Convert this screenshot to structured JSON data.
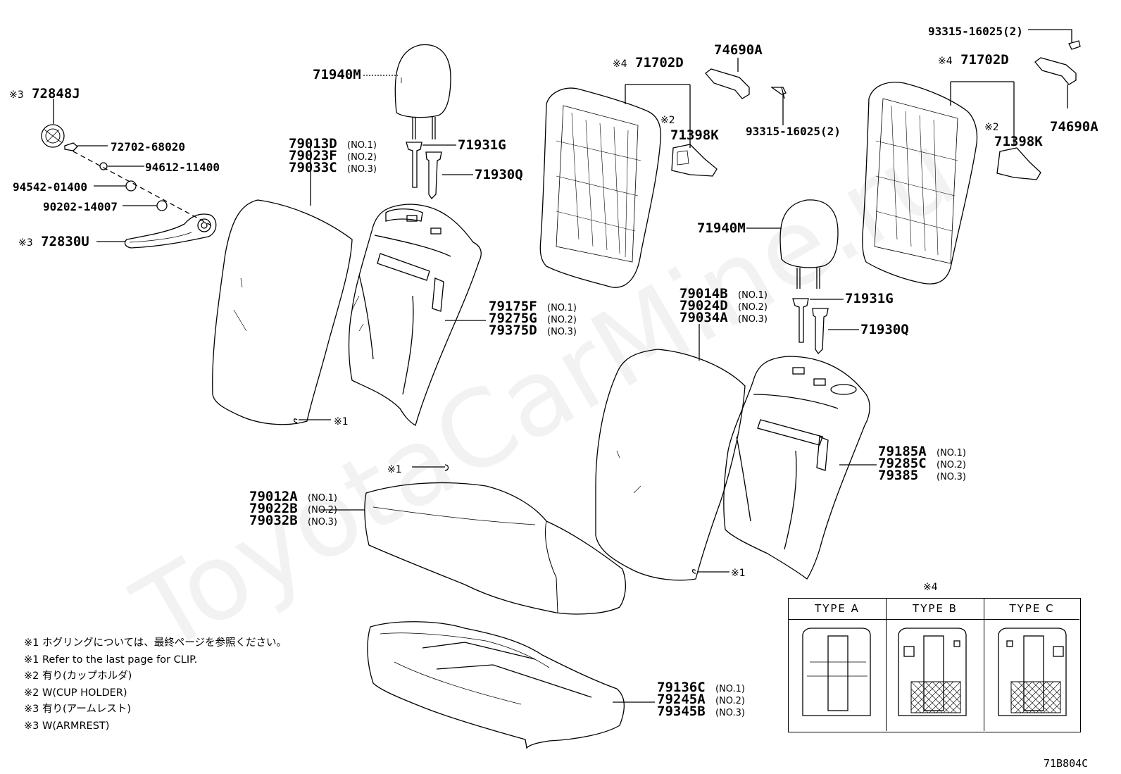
{
  "watermark": "ToyotaCarMine.ru",
  "figure_id": "71B804C",
  "parts": {
    "p72848J": "72848J",
    "p72702": "72702-68020",
    "p94612": "94612-11400",
    "p94542": "94542-01400",
    "p90202": "90202-14007",
    "p72830U": "72830U",
    "p71940M_a": "71940M",
    "p71931G_a": "71931G",
    "p71930Q_a": "71930Q",
    "p71702D_a": "71702D",
    "p74690A_a": "74690A",
    "p71398K_a": "71398K",
    "p93315_a": "93315-16025(2)",
    "p93315_b": "93315-16025(2)",
    "p71702D_b": "71702D",
    "p74690A_b": "74690A",
    "p71398K_b": "71398K",
    "p71940M_b": "71940M",
    "p71931G_b": "71931G",
    "p71930Q_b": "71930Q"
  },
  "marks": {
    "m3": "※3",
    "m4": "※4",
    "m2": "※2",
    "m1": "※1"
  },
  "groups": {
    "g1": [
      {
        "pn": "79013D",
        "no": "(NO.1)"
      },
      {
        "pn": "79023F",
        "no": "(NO.2)"
      },
      {
        "pn": "79033C",
        "no": "(NO.3)"
      }
    ],
    "g2": [
      {
        "pn": "79175F",
        "no": "(NO.1)"
      },
      {
        "pn": "79275G",
        "no": "(NO.2)"
      },
      {
        "pn": "79375D",
        "no": "(NO.3)"
      }
    ],
    "g3": [
      {
        "pn": "79014B",
        "no": "(NO.1)"
      },
      {
        "pn": "79024D",
        "no": "(NO.2)"
      },
      {
        "pn": "79034A",
        "no": "(NO.3)"
      }
    ],
    "g4": [
      {
        "pn": "79185A",
        "no": "(NO.1)"
      },
      {
        "pn": "79285C",
        "no": "(NO.2)"
      },
      {
        "pn": "79385",
        "no": "(NO.3)"
      }
    ],
    "g5": [
      {
        "pn": "79012A",
        "no": "(NO.1)"
      },
      {
        "pn": "79022B",
        "no": "(NO.2)"
      },
      {
        "pn": "79032B",
        "no": "(NO.3)"
      }
    ],
    "g6": [
      {
        "pn": "79136C",
        "no": "(NO.1)"
      },
      {
        "pn": "79245A",
        "no": "(NO.2)"
      },
      {
        "pn": "79345B",
        "no": "(NO.3)"
      }
    ]
  },
  "notes": [
    "※1 ホグリングについては、最終ページを参照ください。",
    "※1 Refer to the last page for CLIP.",
    "※2  有り(カップホルダ)",
    "※2  W(CUP HOLDER)",
    "※3  有り(アームレスト)",
    "※3  W(ARMREST)"
  ],
  "types_table": {
    "note_mark": "※4",
    "headers": [
      "TYPE  A",
      "TYPE  B",
      "TYPE  C"
    ]
  }
}
